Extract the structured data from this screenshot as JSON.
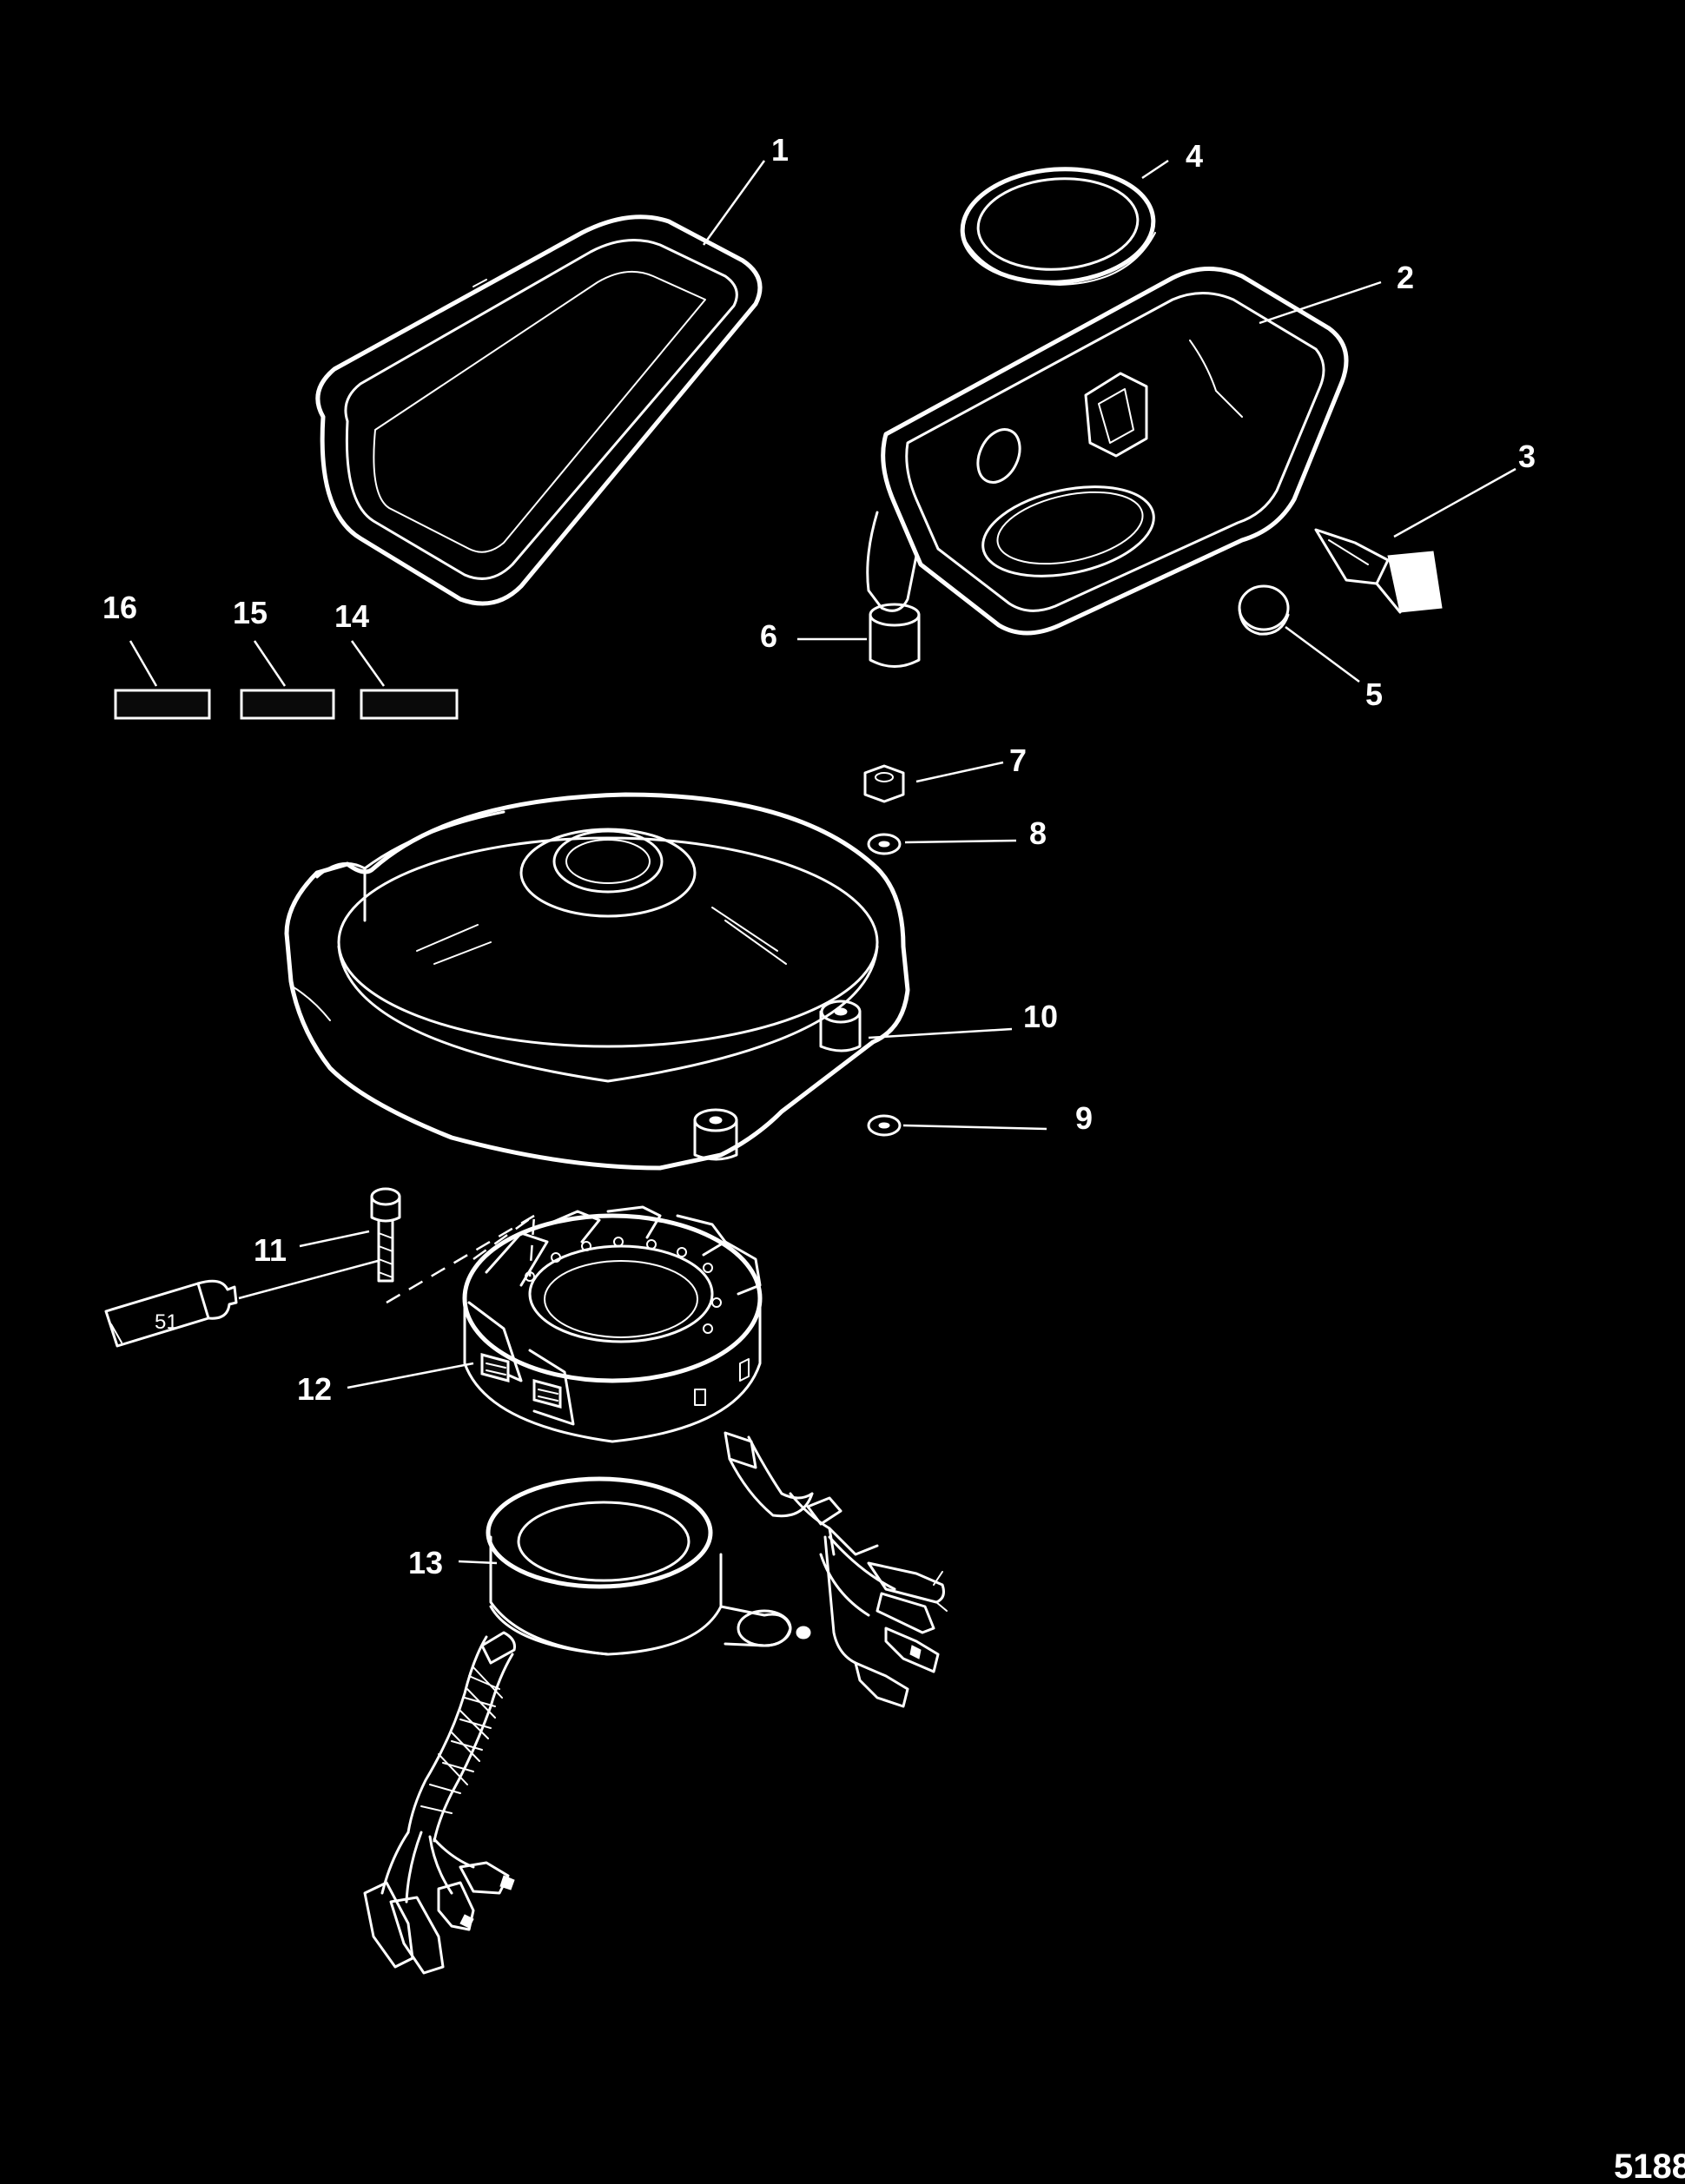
{
  "diagram": {
    "figure_number": "5188",
    "callouts": [
      "1",
      "2",
      "3",
      "4",
      "5",
      "6",
      "7",
      "8",
      "9",
      "10",
      "11",
      "12",
      "13",
      "14",
      "15",
      "16"
    ],
    "sealant_tube_label": "51"
  },
  "colors": {
    "background": "#000000",
    "linework": "#ffffff"
  }
}
